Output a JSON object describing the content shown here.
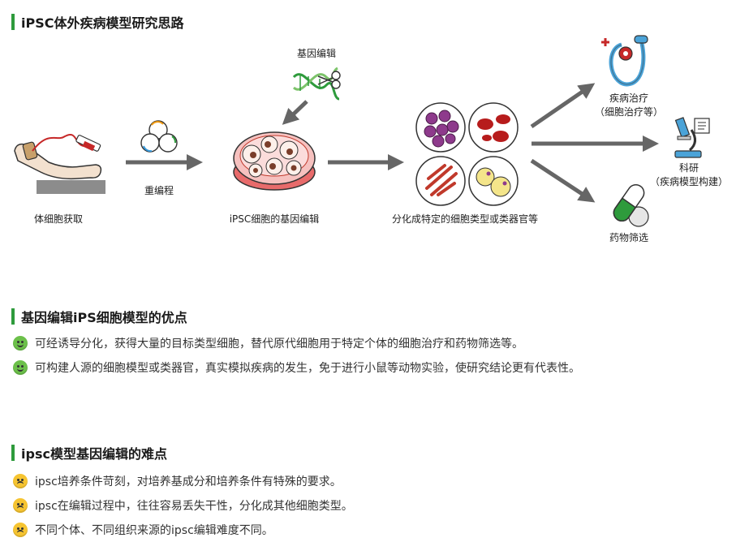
{
  "diagram": {
    "title": "iPSC体外疾病模型研究思路",
    "labels": {
      "somatic": "体细胞获取",
      "reprogram": "重编程",
      "gene_edit_top": "基因编辑",
      "ipsc_edit": "iPSC细胞的基因编辑",
      "differentiate": "分化成特定的细胞类型或类器官等",
      "therapy_line1": "疾病治疗",
      "therapy_line2": "（细胞治疗等）",
      "research_line1": "科研",
      "research_line2": "（疾病模型构建）",
      "drug": "药物筛选"
    }
  },
  "advantages": {
    "title": "基因编辑iPS细胞模型的优点",
    "items": [
      "可经诱导分化，获得大量的目标类型细胞，替代原代细胞用于特定个体的细胞治疗和药物筛选等。",
      "可构建人源的细胞模型或类器官，真实模拟疾病的发生，免于进行小鼠等动物实验，使研究结论更有代表性。"
    ]
  },
  "difficulties": {
    "title": "ipsc模型基因编辑的难点",
    "items": [
      "ipsc培养条件苛刻，对培养基成分和培养条件有特殊的要求。",
      "ipsc在编辑过程中，往往容易丢失干性，分化成其他细胞类型。",
      "不同个体、不同组织来源的ipsc编辑难度不同。"
    ]
  },
  "colors": {
    "accent": "#2e9b3c",
    "arrow": "#666666"
  }
}
